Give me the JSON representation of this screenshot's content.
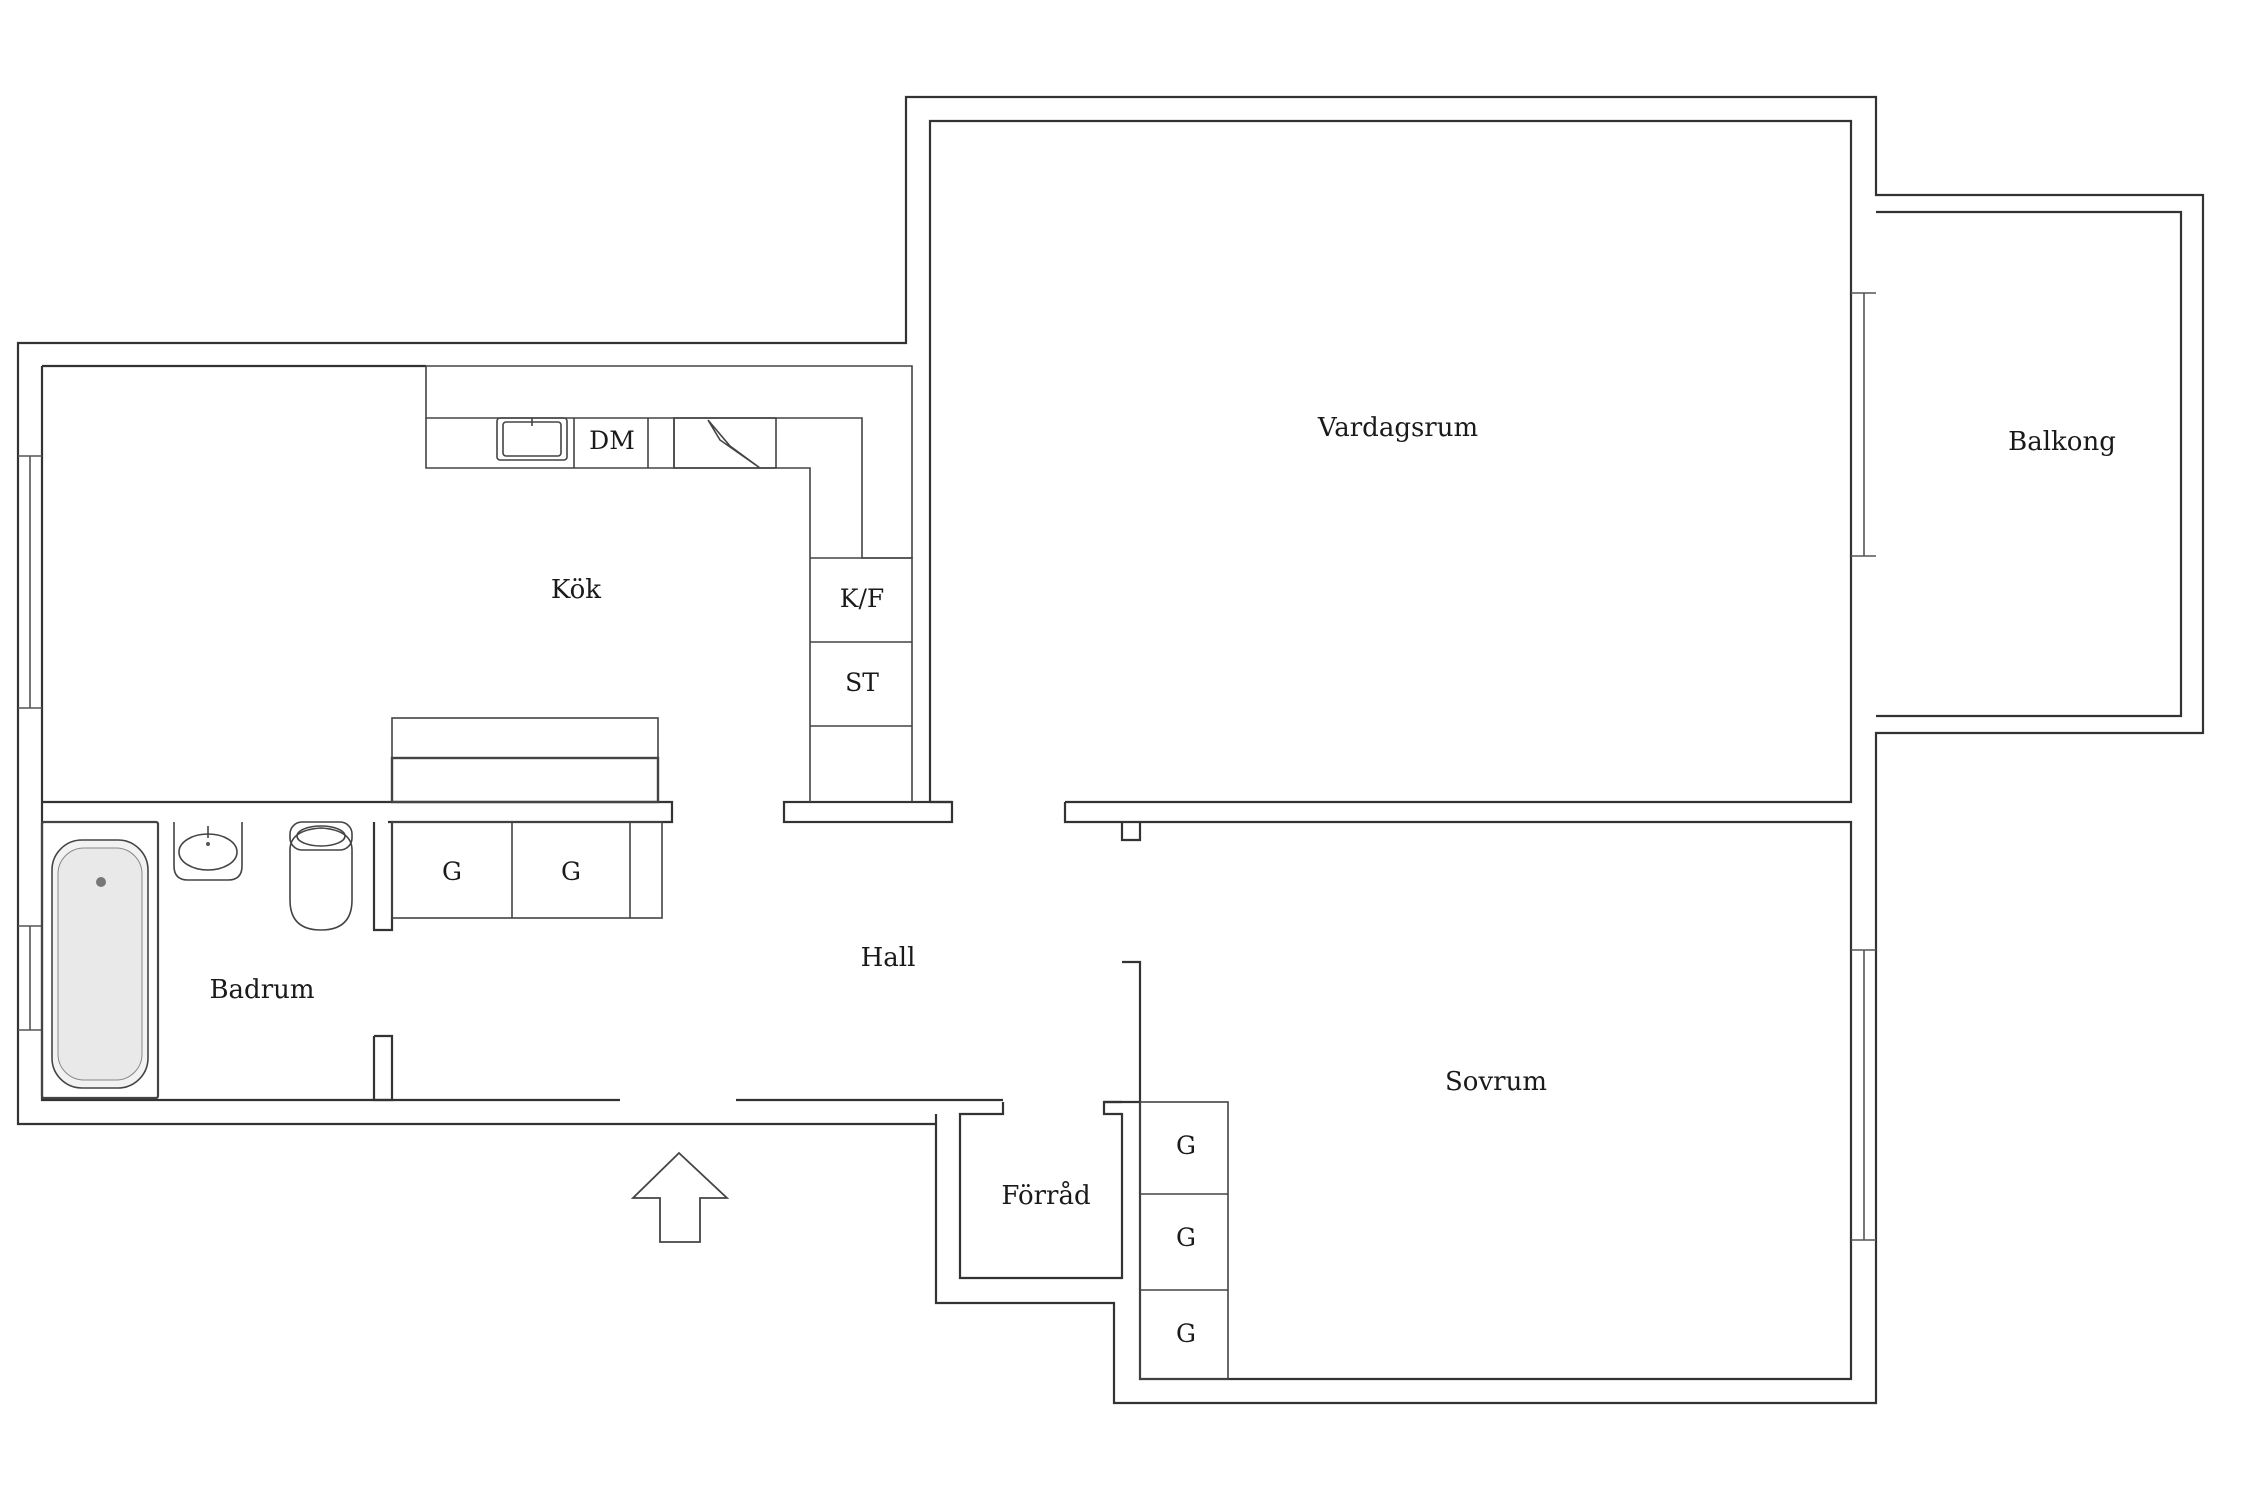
{
  "rooms": {
    "vardagsrum": "Vardagsrum",
    "balkong": "Balkong",
    "kok": "Kök",
    "hall": "Hall",
    "badrum": "Badrum",
    "sovrum": "Sovrum",
    "forrad": "Förråd"
  },
  "fixtures": {
    "dishwasher": "DM",
    "fridge_freezer": "K/F",
    "stove": "ST",
    "wardrobe": "G"
  }
}
